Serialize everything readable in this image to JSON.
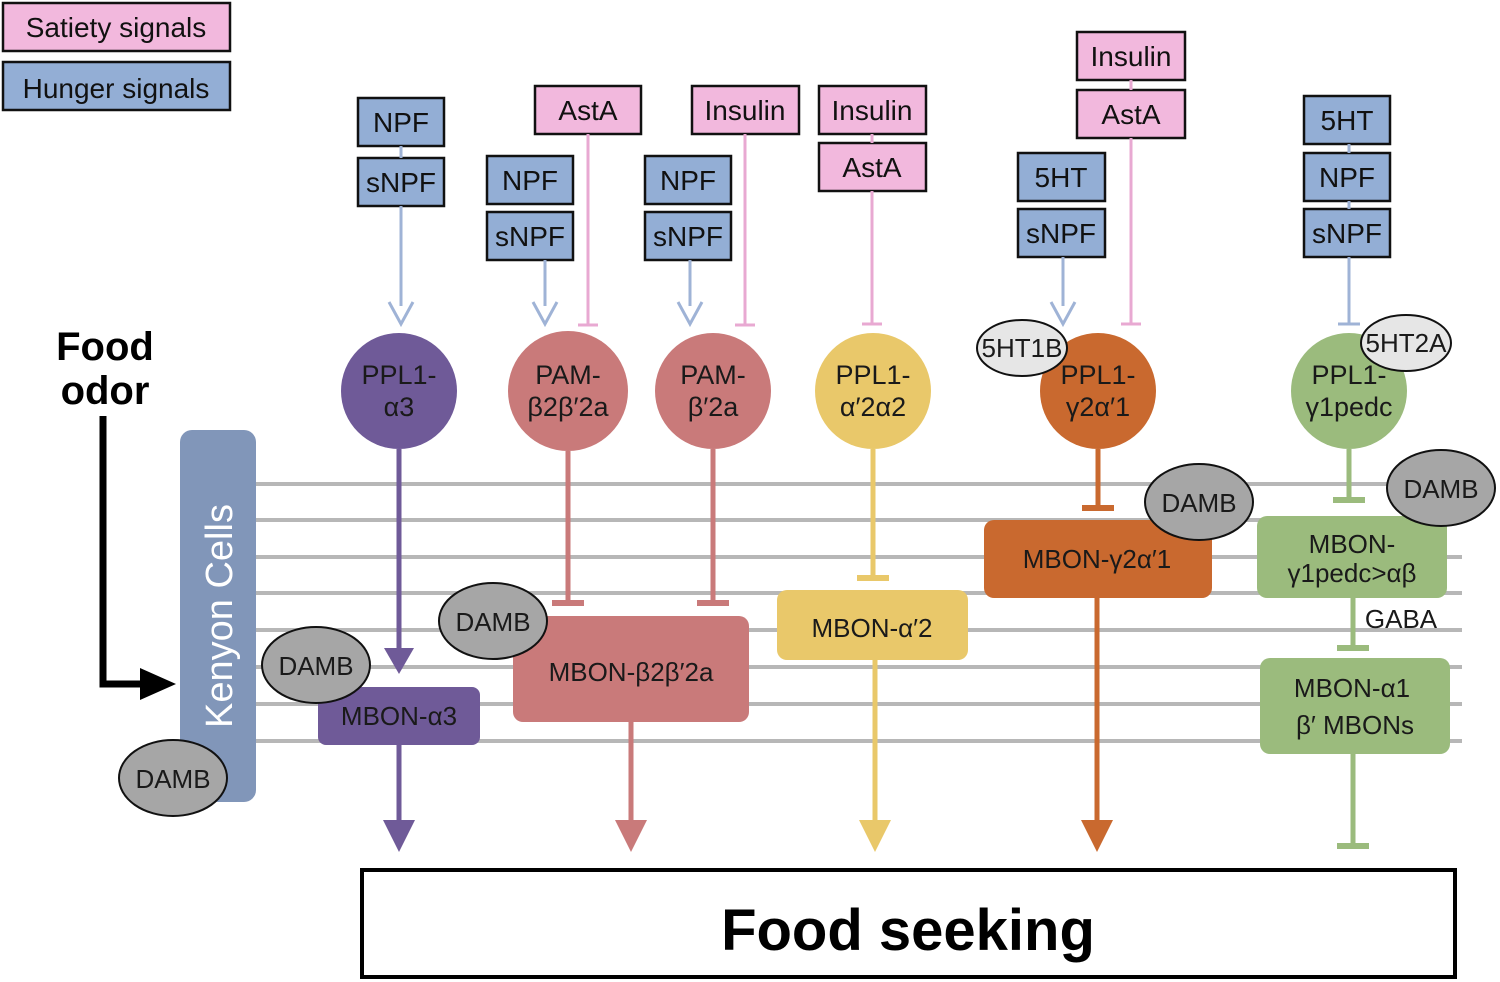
{
  "legend": {
    "satiety": "Satiety signals",
    "hunger": "Hunger signals"
  },
  "food_odor": {
    "line1": "Food",
    "line2": "odor"
  },
  "kenyon_cells": "Kenyon Cells",
  "food_seeking": "Food seeking",
  "gaba": "GABA",
  "colors": {
    "satiety_fill": "#f2b8dd",
    "hunger_fill": "#93aed5",
    "satiety_line": "#e8a9d2",
    "hunger_line": "#9fb3d6",
    "kenyon": "#8196b9",
    "track": "#b7b7b7",
    "purple": "#6f5a98",
    "rose": "#c97a7a",
    "yellow": "#e9c86a",
    "orange": "#c9692f",
    "green": "#9bbb7d",
    "receptor_gray": "#a6a6a6",
    "receptor_light": "#e6e6e6"
  },
  "signals": {
    "npf_a3": "NPF",
    "snpf_a3": "sNPF",
    "asta_pam1": "AstA",
    "npf_pam1": "NPF",
    "snpf_pam1": "sNPF",
    "insulin_pam2": "Insulin",
    "npf_pam2": "NPF",
    "snpf_pam2": "sNPF",
    "insulin_a2": "Insulin",
    "asta_a2": "AstA",
    "insulin_g2": "Insulin",
    "asta_g2": "AstA",
    "ht_g2": "5HT",
    "snpf_g2": "sNPF",
    "ht_g1": "5HT",
    "npf_g1": "NPF",
    "snpf_g1": "sNPF"
  },
  "dans": {
    "ppl1_a3": {
      "line1": "PPL1-",
      "line2": "α3"
    },
    "pam_b2b2a": {
      "line1": "PAM-",
      "line2": "β2β′2a"
    },
    "pam_b2a": {
      "line1": "PAM-",
      "line2": "β′2a"
    },
    "ppl1_a2a2": {
      "line1": "PPL1-",
      "line2": "α′2α2"
    },
    "ppl1_g2a1": {
      "line1": "PPL1-",
      "line2": "γ2α′1"
    },
    "ppl1_g1pedc": {
      "line1": "PPL1-",
      "line2": "γ1pedc"
    }
  },
  "mbons": {
    "a3": "MBON-α3",
    "b2b2a": "MBON-β2β′2a",
    "a2": "MBON-α′2",
    "g2a1": "MBON-γ2α′1",
    "g1pedc": {
      "line1": "MBON-",
      "line2": "γ1pedc>αβ"
    },
    "a1b": {
      "line1": "MBON-α1",
      "line2": "β′ MBONs"
    }
  },
  "receptors": {
    "damb_kc": "DAMB",
    "damb_a3": "DAMB",
    "damb_b2": "DAMB",
    "damb_g2": "DAMB",
    "damb_g1": "DAMB",
    "ht1b": "5HT1B",
    "ht2a": "5HT2A"
  }
}
